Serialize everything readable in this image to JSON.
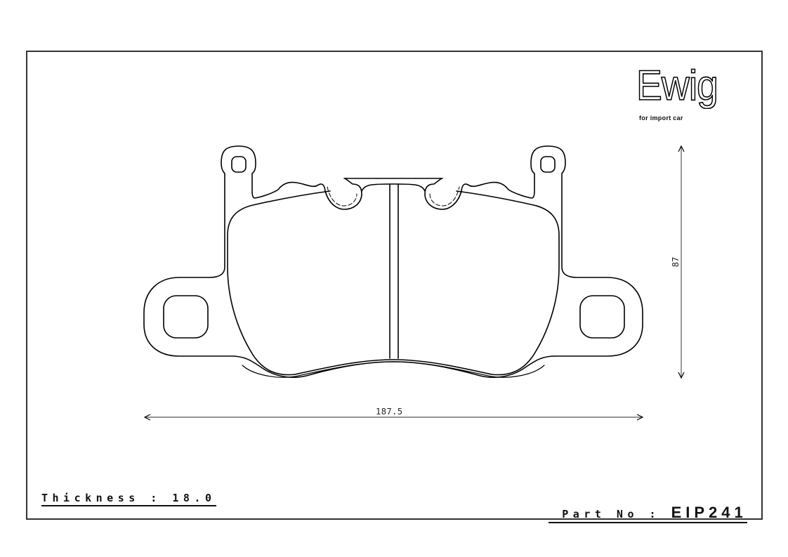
{
  "brand": {
    "logo_text": "Ewig",
    "tagline": "for import car"
  },
  "dimensions": {
    "width_label": "187.5",
    "height_label": "87"
  },
  "footer": {
    "thickness_label": "Thickness : 18.0",
    "part_label": "Part No : ",
    "part_number": "EIP241"
  },
  "colors": {
    "line": "#000000",
    "frame": "#333333",
    "dimension_line": "#555555",
    "background": "#ffffff"
  }
}
